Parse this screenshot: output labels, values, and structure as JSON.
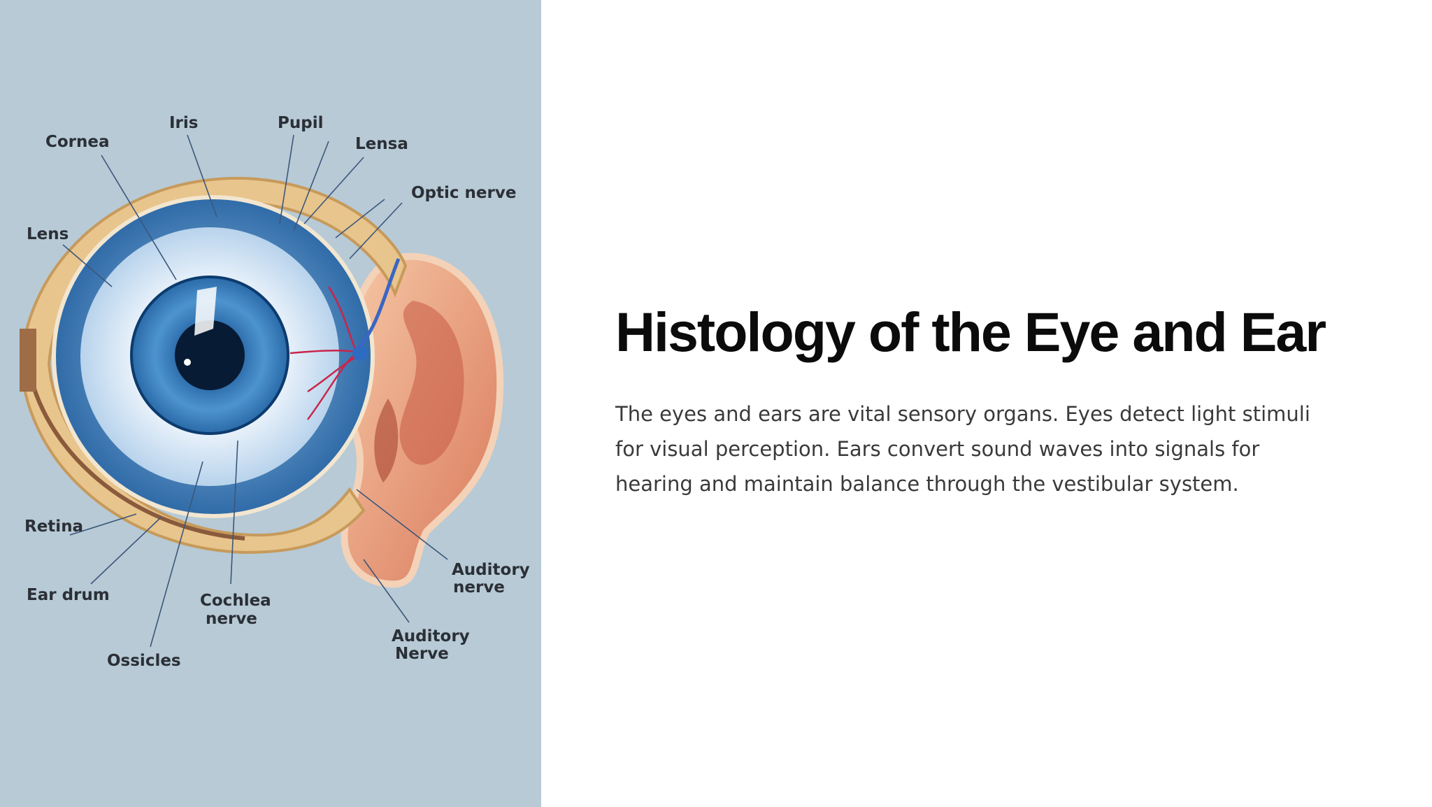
{
  "slide": {
    "title": "Histology of the Eye and Ear",
    "body": "The eyes and ears are vital sensory organs. Eyes detect light stimuli for visual perception. Ears convert sound waves into signals for hearing and maintain balance through the vestibular system."
  },
  "illustration": {
    "background": "#b7cad6",
    "labels": {
      "cornea": "Cornea",
      "iris": "Iris",
      "pupil": "Pupil",
      "lensa": "Lensa",
      "optic_nerve": "Optic nerve",
      "lens": "Lens",
      "retina": "Retina",
      "ear_drum": "Ear drum",
      "ossicles": "Ossicles",
      "cochlea_nerve_1": "Cochlea",
      "cochlea_nerve_2": "nerve",
      "auditory_nerve_upper_1": "Auditory",
      "auditory_nerve_upper_2": "nerve",
      "auditory_nerve_lower_1": "Auditory",
      "auditory_nerve_lower_2": "Nerve"
    }
  }
}
